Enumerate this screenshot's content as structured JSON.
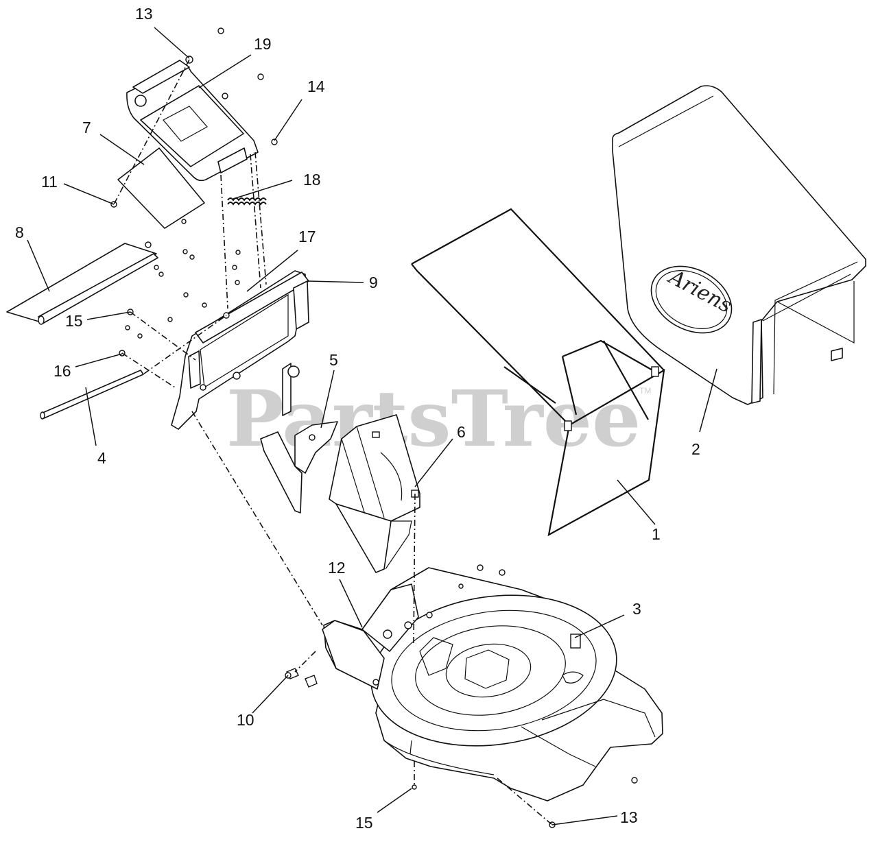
{
  "watermark": {
    "text": "PartsTree",
    "tm": "TM"
  },
  "logo": {
    "text": "Ariens"
  },
  "callouts": [
    {
      "id": "c13a",
      "label": "13"
    },
    {
      "id": "c19",
      "label": "19"
    },
    {
      "id": "c14",
      "label": "14"
    },
    {
      "id": "c7",
      "label": "7"
    },
    {
      "id": "c11",
      "label": "11"
    },
    {
      "id": "c18",
      "label": "18"
    },
    {
      "id": "c8",
      "label": "8"
    },
    {
      "id": "c17",
      "label": "17"
    },
    {
      "id": "c9",
      "label": "9"
    },
    {
      "id": "c15a",
      "label": "15"
    },
    {
      "id": "c16",
      "label": "16"
    },
    {
      "id": "c5",
      "label": "5"
    },
    {
      "id": "c6",
      "label": "6"
    },
    {
      "id": "c4",
      "label": "4"
    },
    {
      "id": "c1",
      "label": "1"
    },
    {
      "id": "c2",
      "label": "2"
    },
    {
      "id": "c12",
      "label": "12"
    },
    {
      "id": "c3",
      "label": "3"
    },
    {
      "id": "c10",
      "label": "10"
    },
    {
      "id": "c15b",
      "label": "15"
    },
    {
      "id": "c13b",
      "label": "13"
    }
  ]
}
